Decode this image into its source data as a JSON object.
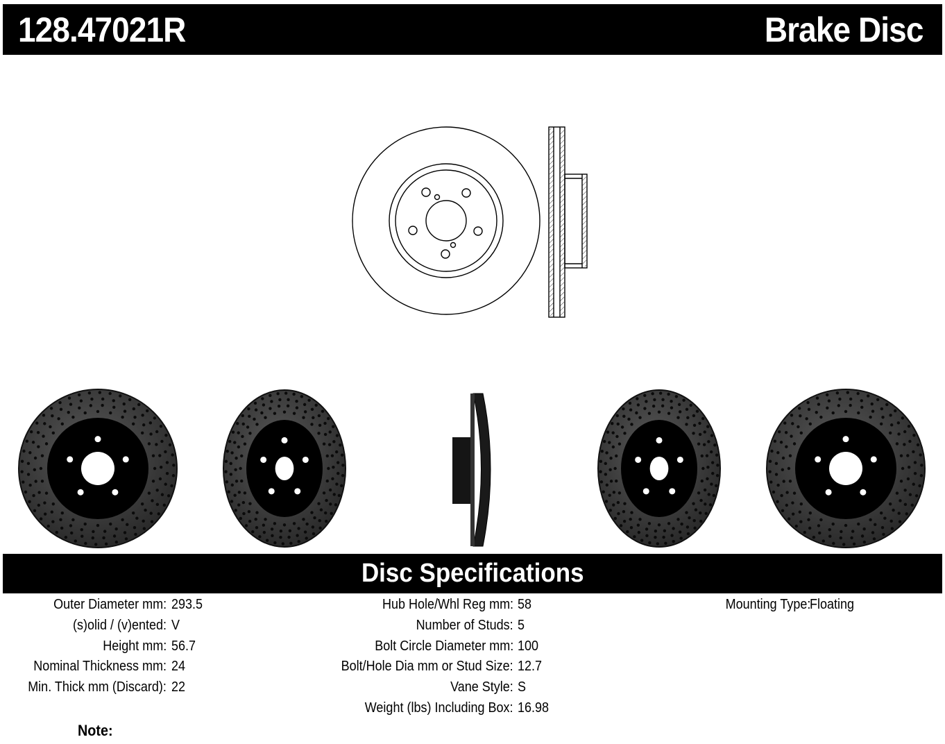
{
  "header": {
    "part_number": "128.47021R",
    "product_type": "Brake Disc"
  },
  "specs_title": "Disc Specifications",
  "specs": {
    "col1": [
      {
        "label": "Outer Diameter mm:",
        "value": "293.5"
      },
      {
        "label": "(s)olid / (v)ented:",
        "value": "V"
      },
      {
        "label": "Height mm:",
        "value": "56.7"
      },
      {
        "label": "Nominal Thickness mm:",
        "value": "24"
      },
      {
        "label": "Min. Thick mm (Discard):",
        "value": "22"
      }
    ],
    "col2": [
      {
        "label": "Hub Hole/Whl Reg mm:",
        "value": "58"
      },
      {
        "label": "Number of Studs:",
        "value": "5"
      },
      {
        "label": "Bolt Circle Diameter mm:",
        "value": "100"
      },
      {
        "label": "Bolt/Hole Dia mm or Stud Size:",
        "value": "12.7"
      },
      {
        "label": "Vane Style:",
        "value": "S"
      },
      {
        "label": "Weight (lbs) Including Box:",
        "value": "16.98"
      }
    ],
    "col3": [
      {
        "label": "Mounting Type:",
        "value": "Floating"
      }
    ]
  },
  "note_label": "Note:"
}
